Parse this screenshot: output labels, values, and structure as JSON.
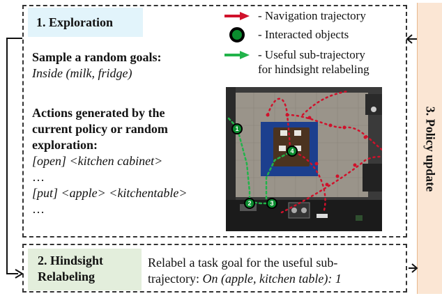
{
  "exploration": {
    "title": "1. Exploration",
    "goal_heading": "Sample a random goals:",
    "goal_value": "Inside (milk, fridge)",
    "actions_heading_lines": [
      "Actions generated by the",
      "current policy or random",
      "exploration:"
    ],
    "actions": [
      "[open] <kitchen cabinet>",
      "…",
      "[put] <apple> <kitchentable>",
      "…"
    ]
  },
  "legend": {
    "navigation": "- Navigation trajectory",
    "interacted": "- Interacted objects",
    "useful_line1": "- Useful sub-trajectory",
    "useful_line2": "for hindsight relabeling",
    "colors": {
      "navigation": "#d0112b",
      "interacted": "#0a8c2e",
      "useful": "#22b34a"
    }
  },
  "relabeling": {
    "title_line1": "2. Hindsight",
    "title_line2": "Relabeling",
    "text_line1": "Relabel a task goal for the useful sub-",
    "text_line2_prefix": "trajectory: ",
    "text_line2_italic": "On (apple, kitchen table): 1"
  },
  "policy_update": {
    "label": "3. Policy update"
  },
  "scene": {
    "markers": [
      "1",
      "2",
      "3",
      "4"
    ]
  }
}
